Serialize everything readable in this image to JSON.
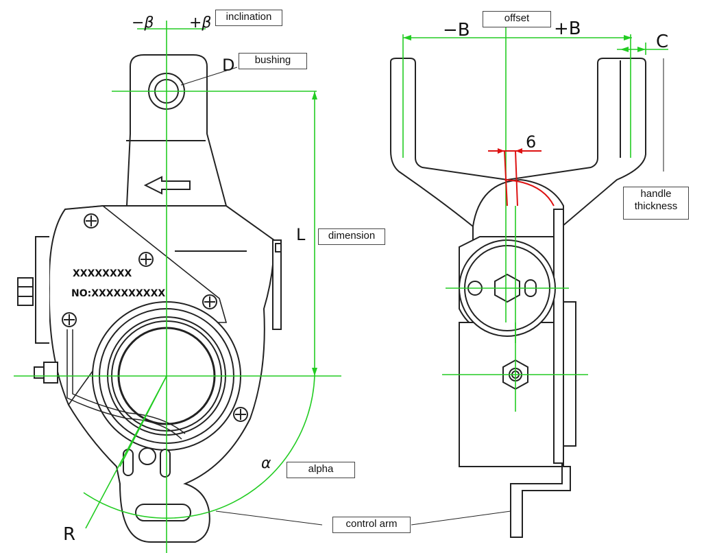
{
  "callouts": {
    "inclination": "inclination",
    "bushing": "bushing",
    "dimension": "dimension",
    "alpha": "alpha",
    "control_arm": "control arm",
    "offset": "offset",
    "handle_thickness": "handle thickness"
  },
  "symbols": {
    "minus_beta": "−β",
    "plus_beta": "+β",
    "D": "D",
    "L": "L",
    "alpha": "α",
    "R": "R",
    "minus_B": "−B",
    "plus_B": "+B",
    "C": "C",
    "six": "6"
  },
  "engraving": {
    "line1": "XXXXXXXX",
    "line2": "NO:XXXXXXXXXX"
  },
  "colors": {
    "outline": "#222222",
    "center_line": "#22cc22",
    "highlight": "#dd1111"
  }
}
